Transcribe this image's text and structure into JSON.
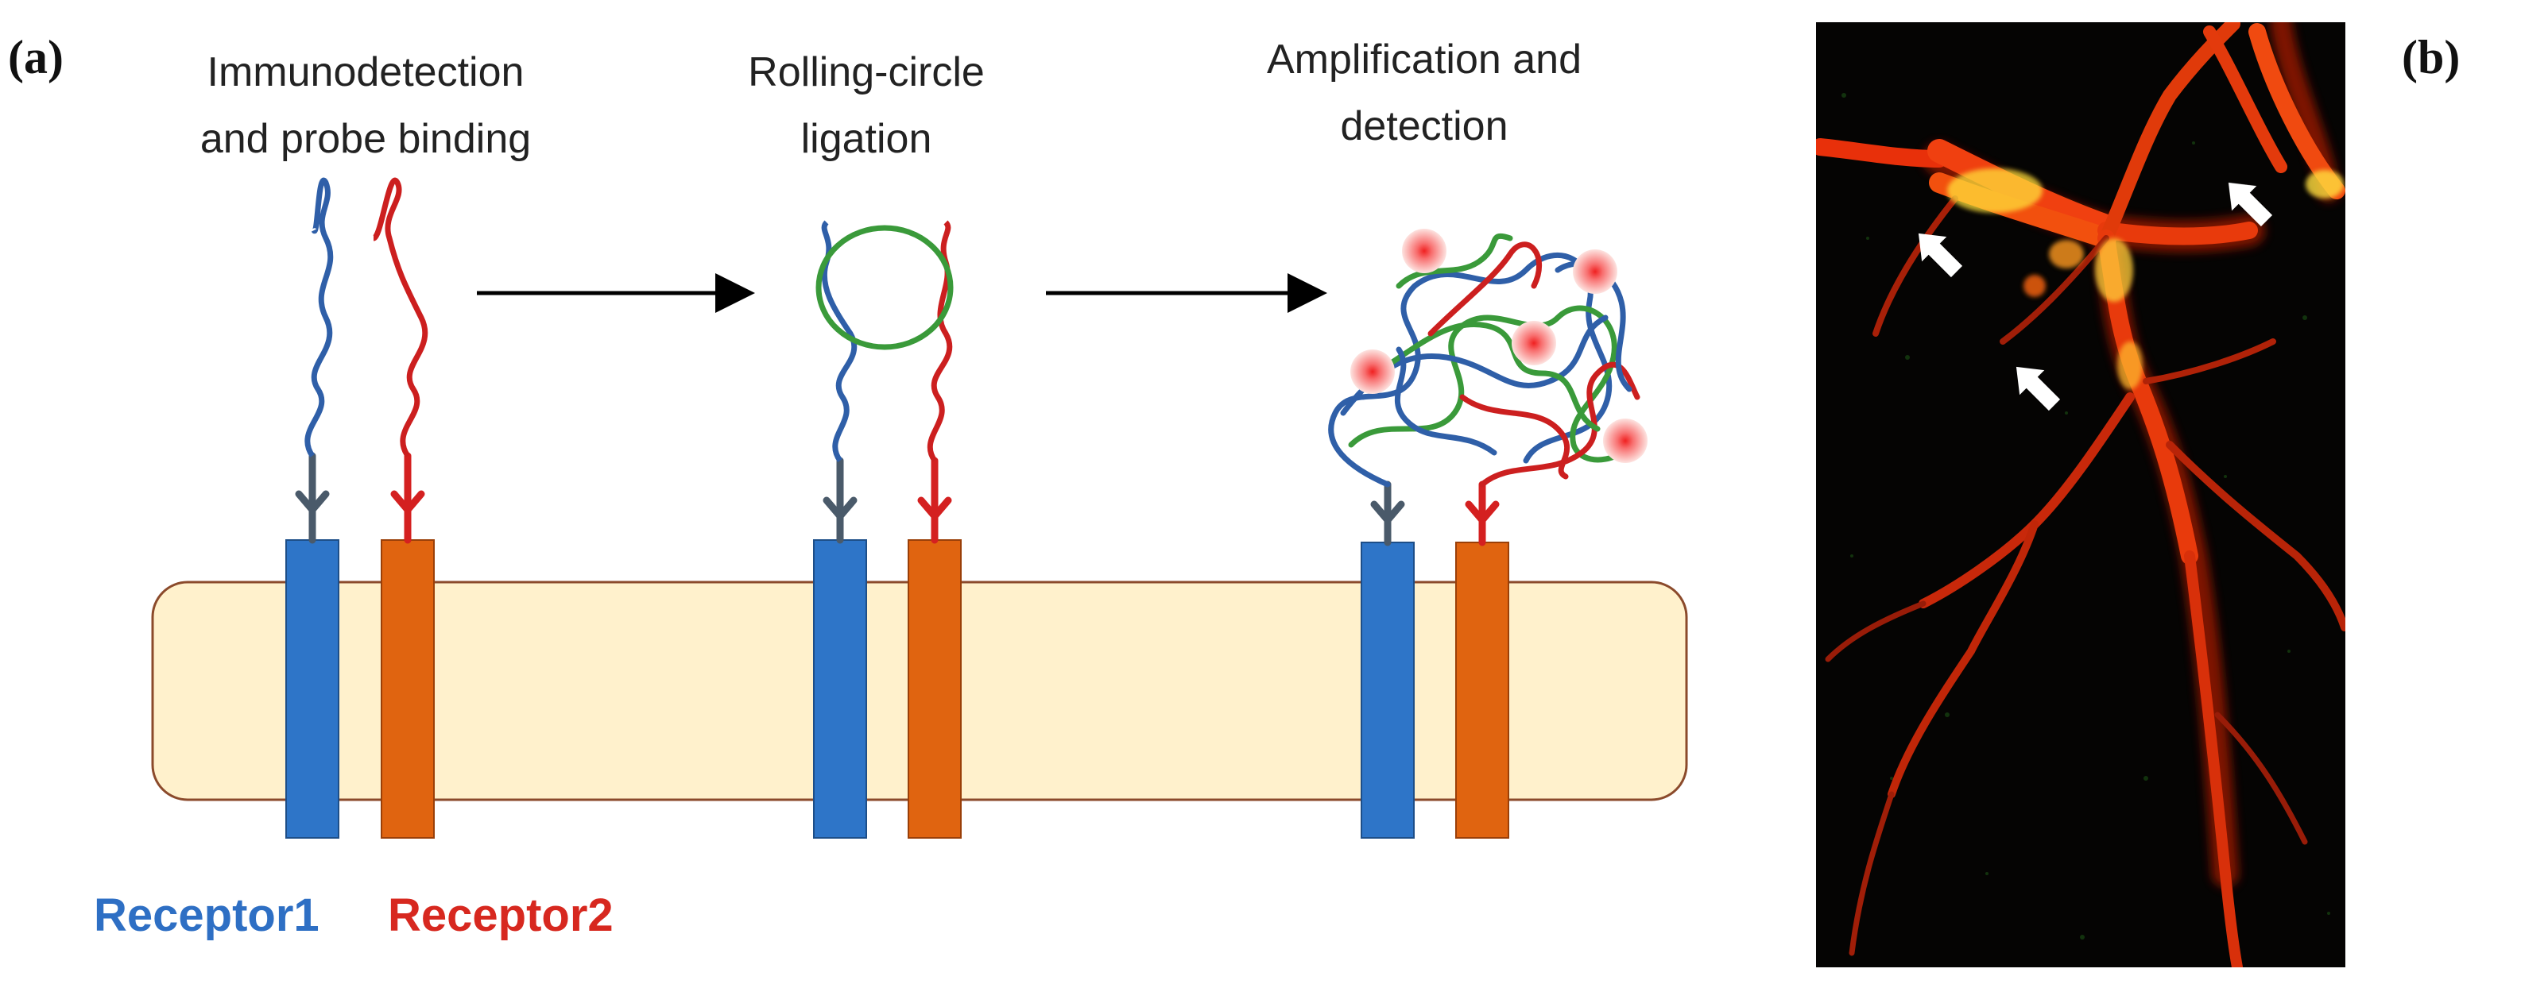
{
  "panel_a": {
    "label": "(a)",
    "steps": [
      {
        "line1": "Immunodetection",
        "line2": "and probe binding"
      },
      {
        "line1": "Rolling-circle",
        "line2": "ligation"
      },
      {
        "line1": "Amplification and",
        "line2": "detection"
      }
    ],
    "legend": [
      {
        "text": "Receptor1",
        "color": "#2E6FC4"
      },
      {
        "text": "Receptor2",
        "color": "#D7281F"
      }
    ],
    "colors": {
      "membrane_fill": "#FFF1CC",
      "membrane_stroke": "#8B4A2B",
      "receptor1": "#2E75C8",
      "receptor2": "#E06410",
      "probe1": "#2F5FA8",
      "probe2": "#CC1F1F",
      "circle": "#3A9A3A",
      "antibody1": "#4A5A6A",
      "antibody2": "#D42020",
      "fluor": "#F03030"
    }
  },
  "panel_b": {
    "label": "(b)",
    "image_description": "fluorescence micrograph with red-yellow branching signal on black background",
    "arrow_color": "#FFFFFF"
  }
}
